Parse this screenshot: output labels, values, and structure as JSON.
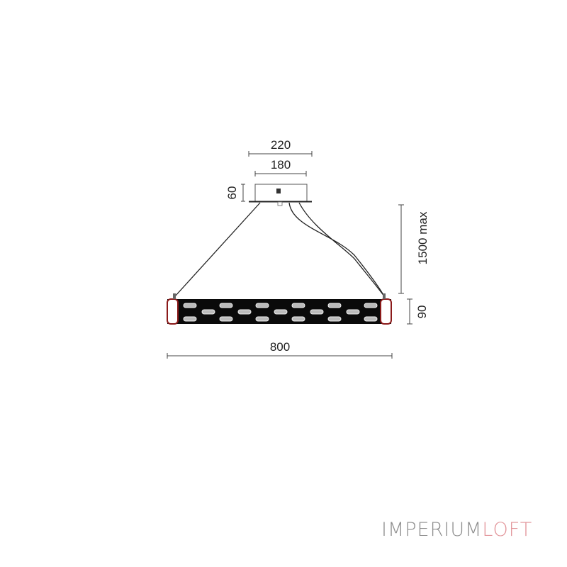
{
  "dimensions": {
    "canopy_outer": "220",
    "canopy_inner": "180",
    "canopy_height": "60",
    "suspension_length": "1500 max",
    "body_height": "90",
    "body_length": "800"
  },
  "crystal_rows": [
    6,
    5,
    6
  ],
  "colors": {
    "line": "#222222",
    "accent": "#8b1a1a",
    "logo_gray": "#8e8e8e",
    "logo_pink": "#e2959a"
  },
  "logo": {
    "part1": "IMPERIUM",
    "part2": "LOFT"
  }
}
